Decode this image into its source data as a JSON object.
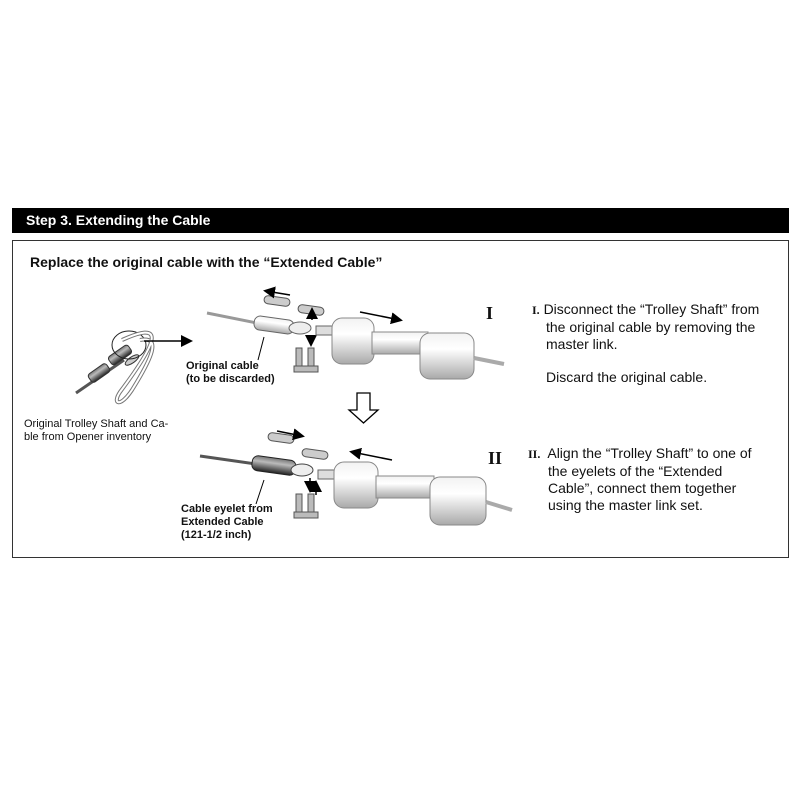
{
  "header": {
    "title": "Step 3. Extending the Cable"
  },
  "panel": {
    "subtitle": "Replace the original cable with the “Extended Cable”",
    "left_caption": [
      "Original Trolley Shaft and Ca-",
      "ble from Opener inventory"
    ],
    "step1": {
      "roman": "I",
      "label": [
        "Original cable",
        "(to be discarded)"
      ],
      "number": "I.",
      "lines": [
        "Disconnect the “Trolley Shaft” from",
        "the original cable by removing the",
        "master link."
      ],
      "extra": "Discard the original cable."
    },
    "step2": {
      "roman": "II",
      "label": [
        "Cable eyelet from",
        "Extended Cable",
        "(121-1/2 inch)"
      ],
      "number": "II.",
      "lines": [
        "Align the “Trolley Shaft” to one of",
        "the eyelets of the “Extended",
        "Cable”, connect them together",
        "using the master link set."
      ]
    }
  }
}
